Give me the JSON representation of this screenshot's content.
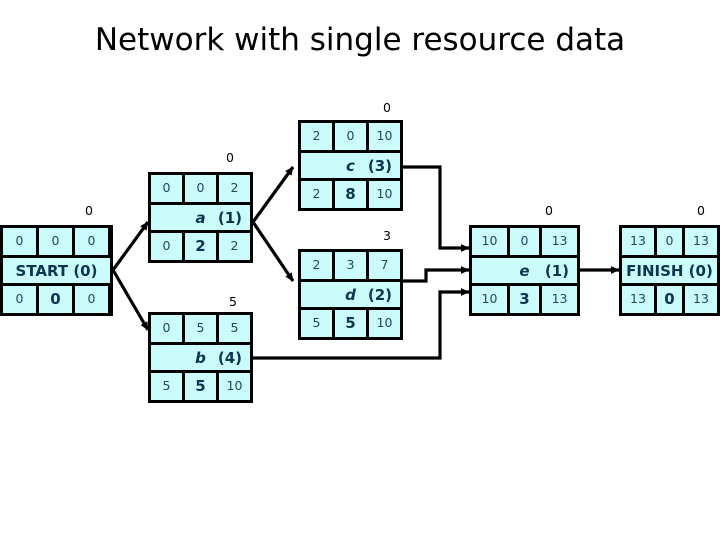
{
  "title": "Network with single resource data",
  "palette": {
    "cell_fill": "#ccfbfb",
    "border": "#000000",
    "text": "#10304a",
    "background": "#ffffff"
  },
  "diagram": {
    "type": "activity-on-node-network",
    "nodes": [
      {
        "id": "start",
        "name": "START",
        "duration": "(0)",
        "label": "START (0)",
        "is_terminal": true,
        "top": [
          "0",
          "0",
          "0"
        ],
        "bottom": [
          "0",
          "0",
          "0"
        ],
        "top_labels": {
          "early_start": "0",
          "duration": "0",
          "early_finish": "0"
        },
        "bottom_labels": {
          "late_start": "0",
          "float": "0",
          "late_finish": "0"
        }
      },
      {
        "id": "a",
        "name": "a",
        "duration": "(1)",
        "top": [
          "0",
          "0",
          "2"
        ],
        "bottom": [
          "0",
          "2",
          "2"
        ],
        "top_labels": {
          "early_start": "0",
          "duration": "0",
          "early_finish": "2"
        },
        "bottom_labels": {
          "late_start": "0",
          "float": "2",
          "late_finish": "2"
        }
      },
      {
        "id": "b",
        "name": "b",
        "duration": "(4)",
        "top": [
          "0",
          "5",
          "5"
        ],
        "bottom": [
          "5",
          "5",
          "10"
        ],
        "top_labels": {
          "early_start": "0",
          "duration": "5",
          "early_finish": "5"
        },
        "bottom_labels": {
          "late_start": "5",
          "float": "5",
          "late_finish": "10"
        }
      },
      {
        "id": "c",
        "name": "c",
        "duration": "(3)",
        "top": [
          "2",
          "0",
          "10"
        ],
        "bottom": [
          "2",
          "8",
          "10"
        ],
        "top_labels": {
          "early_start": "2",
          "duration": "0",
          "early_finish": "10"
        },
        "bottom_labels": {
          "late_start": "2",
          "float": "8",
          "late_finish": "10"
        }
      },
      {
        "id": "d",
        "name": "d",
        "duration": "(2)",
        "top": [
          "2",
          "3",
          "7"
        ],
        "bottom": [
          "5",
          "5",
          "10"
        ],
        "top_labels": {
          "early_start": "2",
          "duration": "3",
          "early_finish": "7"
        },
        "bottom_labels": {
          "late_start": "5",
          "float": "5",
          "late_finish": "10"
        }
      },
      {
        "id": "e",
        "name": "e",
        "duration": "(1)",
        "top": [
          "10",
          "0",
          "13"
        ],
        "bottom": [
          "10",
          "3",
          "13"
        ],
        "top_labels": {
          "early_start": "10",
          "duration": "0",
          "early_finish": "13"
        },
        "bottom_labels": {
          "late_start": "10",
          "float": "3",
          "late_finish": "13"
        }
      },
      {
        "id": "finish",
        "name": "FINISH",
        "duration": "(0)",
        "label": "FINISH (0)",
        "is_terminal": true,
        "top": [
          "13",
          "0",
          "13"
        ],
        "bottom": [
          "13",
          "0",
          "13"
        ],
        "top_labels": {
          "early_start": "13",
          "duration": "0",
          "early_finish": "13"
        },
        "bottom_labels": {
          "late_start": "13",
          "float": "0",
          "late_finish": "13"
        }
      }
    ],
    "edge_labels": [
      {
        "id": "lbl-start",
        "text": "0"
      },
      {
        "id": "lbl-a",
        "text": "0"
      },
      {
        "id": "lbl-b",
        "text": "5"
      },
      {
        "id": "lbl-c",
        "text": "0"
      },
      {
        "id": "lbl-d",
        "text": "3"
      },
      {
        "id": "lbl-e",
        "text": "0"
      },
      {
        "id": "lbl-finish",
        "text": "0"
      }
    ],
    "edges": [
      {
        "from": "start",
        "to": "a"
      },
      {
        "from": "start",
        "to": "b"
      },
      {
        "from": "a",
        "to": "c"
      },
      {
        "from": "a",
        "to": "d"
      },
      {
        "from": "c",
        "to": "e"
      },
      {
        "from": "d",
        "to": "e"
      },
      {
        "from": "b",
        "to": "e"
      },
      {
        "from": "e",
        "to": "finish"
      }
    ]
  }
}
